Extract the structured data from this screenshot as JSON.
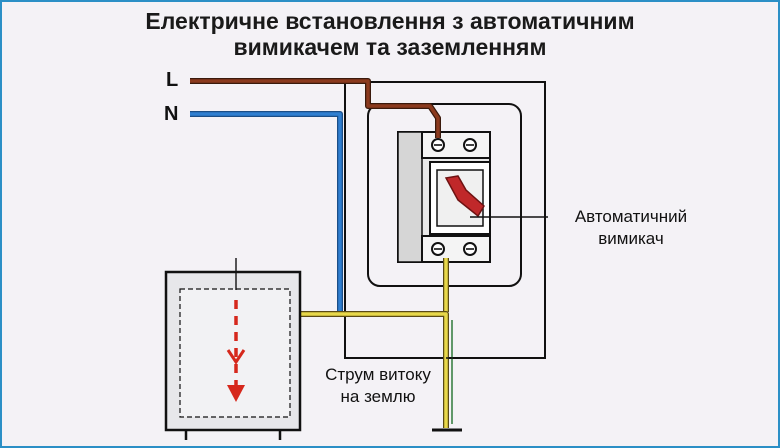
{
  "title": {
    "line1": "Електричне встановлення з автоматичним",
    "line2": "вимикачем та заземленням"
  },
  "wires": {
    "line_label": "L",
    "neutral_label": "N"
  },
  "labels": {
    "breaker_line1": "Автоматичний",
    "breaker_line2": "вимикач",
    "leak_line1": "Струм витоку",
    "leak_line2": "на землю"
  },
  "colors": {
    "line_wire": "#8b3a1e",
    "neutral_wire": "#2f7fd0",
    "ground_wire": "#e8d84a",
    "leak_arrow": "#d6281c",
    "frame": "#2b8fc6",
    "lever": "#c0282a"
  }
}
